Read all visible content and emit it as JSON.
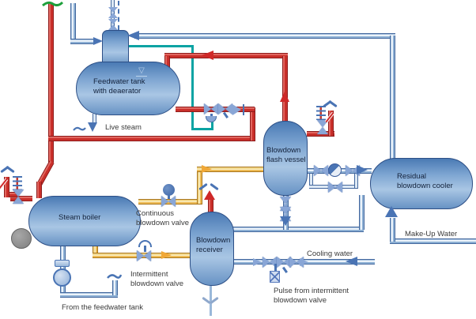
{
  "colors": {
    "steam_pipe_red": "#c92f2a",
    "water_pipe_blue": "#8db0d4",
    "blowdown_pipe_yellow": "#eebb55",
    "vent_condensate_teal": "#0aa3a3",
    "vessel_blue": "#6d9bcb",
    "arrow_blue": "#4a74b4",
    "continuation_green": "#1ea03c"
  },
  "icons": {
    "level_indicator": "▽"
  },
  "vessels": {
    "feedwater_tank": {
      "label": [
        "Feedwater tank",
        "with deaerator"
      ]
    },
    "steam_boiler": {
      "label": "Steam boiler"
    },
    "blowdown_receiver": {
      "label": [
        "Blowdown",
        "receiver"
      ]
    },
    "blowdown_flash_vessel": {
      "label": [
        "Blowdown",
        "flash vessel"
      ]
    },
    "residual_blowdown_cooler": {
      "label": [
        "Residual",
        "blowdown cooler"
      ]
    }
  },
  "annotations": {
    "live_steam": "Live steam",
    "continuous_blowdown_valve": [
      "Continuous",
      "blowdown valve"
    ],
    "intermittent_blowdown_valve": [
      "Intermittent",
      "blowdown valve"
    ],
    "from_the_feedwater_tank": "From the feedwater tank",
    "make_up_water": "Make-Up Water",
    "cooling_water": "Cooling water",
    "pulse_from_intermittent_blowdown_valve": [
      "Pulse from intermittent",
      "blowdown valve"
    ]
  }
}
